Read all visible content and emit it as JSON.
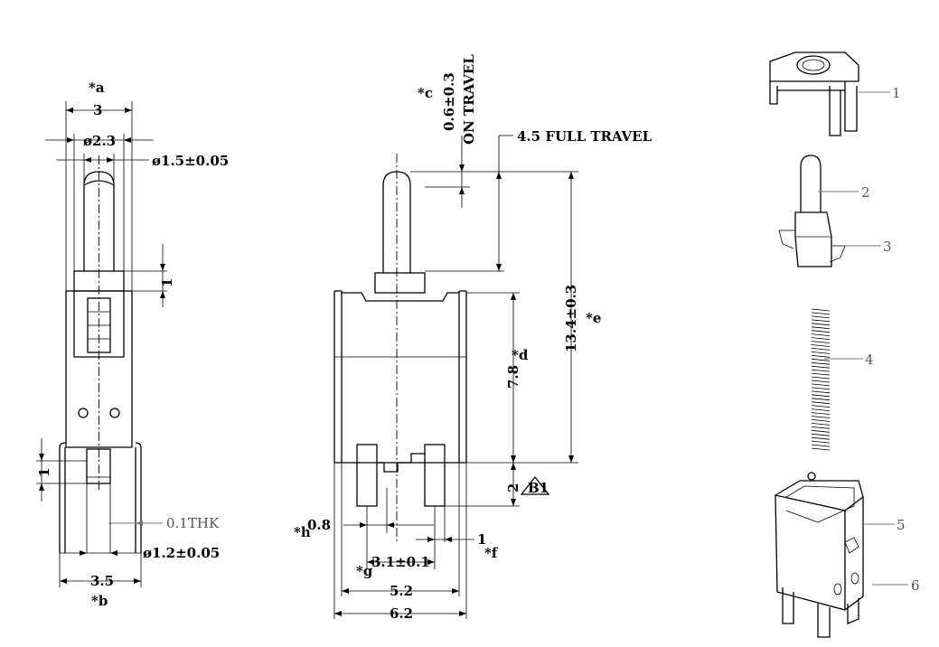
{
  "left_view": {
    "dim_a_note": "*a",
    "dim_width": "3",
    "dim_dia_outer": "ø2.3",
    "dim_dia_plunger": "ø1.5±0.05",
    "dim_step": "1",
    "dim_pin_len": "1",
    "dim_thk": "0.1THK",
    "dim_pin_dia": "ø1.2±0.05",
    "dim_base": "3.5",
    "dim_b_note": "*b"
  },
  "front_view": {
    "dim_c_note": "*c",
    "dim_on_travel_value": "0.6±0.3",
    "dim_on_travel_label": "ON TRAVEL",
    "dim_full_travel": "4.5 FULL TRAVEL",
    "dim_height": "13.4±0.3",
    "dim_e_note": "*e",
    "dim_body": "7.8",
    "dim_d_note": "*d",
    "dim_pin": "2",
    "revision_mark": "B1",
    "dim_h_note": "*h",
    "dim_h_value": "0.8",
    "dim_f_value": "1",
    "dim_f_note": "*f",
    "dim_g_note": "*g",
    "dim_g_value": "3.1±0.1",
    "dim_inner": "5.2",
    "dim_outer": "6.2"
  },
  "parts": {
    "callouts": [
      "1",
      "2",
      "3",
      "4",
      "5",
      "6"
    ]
  }
}
